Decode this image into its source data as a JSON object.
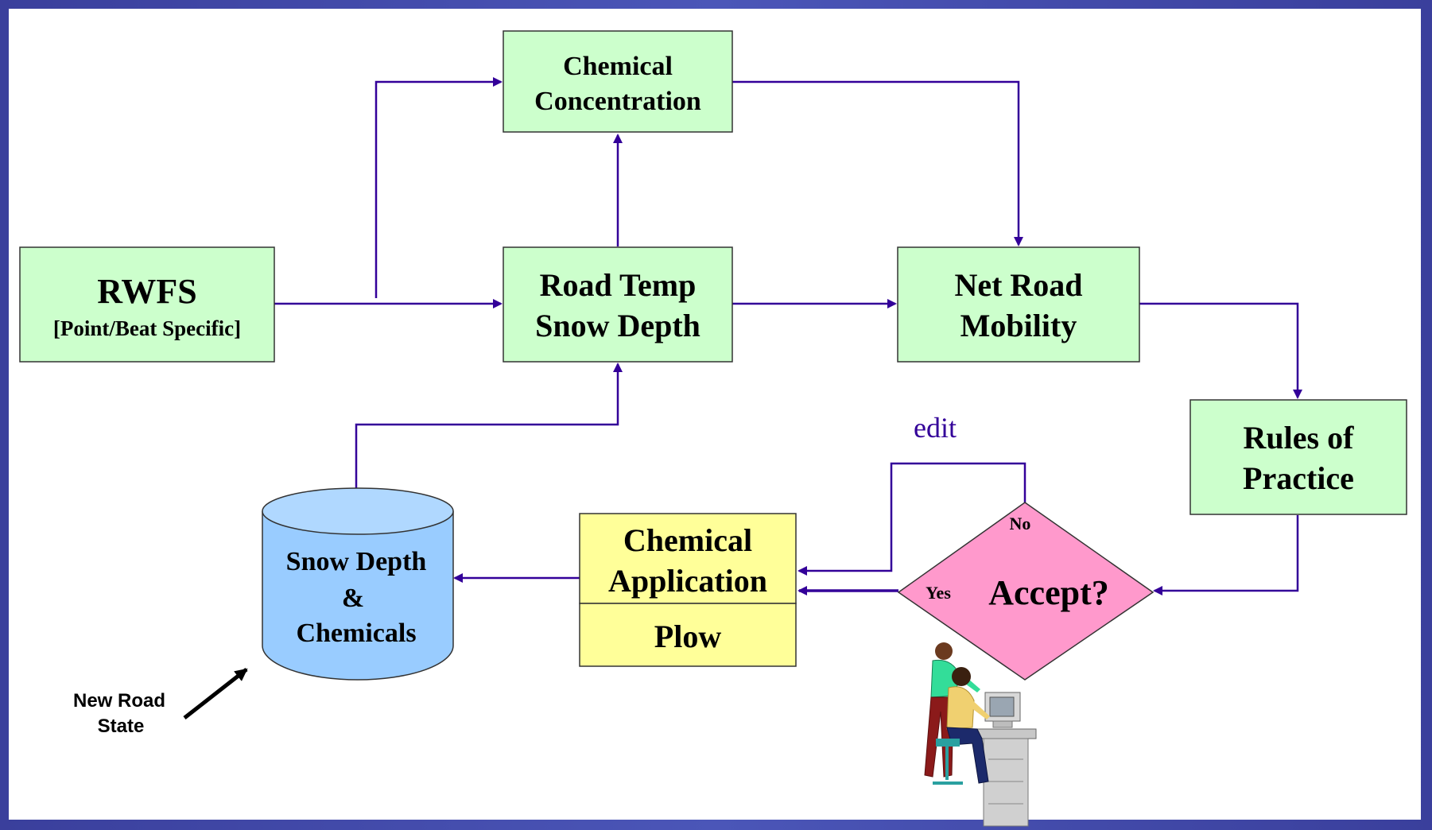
{
  "diagram": {
    "rwfs": {
      "title": "RWFS",
      "subtitle": "[Point/Beat Specific]"
    },
    "chemical_concentration": {
      "line1": "Chemical",
      "line2": "Concentration"
    },
    "road_temp": {
      "line1": "Road Temp",
      "line2": "Snow Depth"
    },
    "net_road_mobility": {
      "line1": "Net Road",
      "line2": "Mobility"
    },
    "rules_of_practice": {
      "line1": "Rules of",
      "line2": "Practice"
    },
    "accept": {
      "label": "Accept?",
      "no": "No",
      "yes": "Yes"
    },
    "edit_label": "edit",
    "chemical_application": {
      "line1": "Chemical",
      "line2": "Application",
      "plow": "Plow"
    },
    "snow_depth_store": {
      "line1": "Snow Depth",
      "line2": "&",
      "line3": "Chemicals"
    },
    "new_road_state": {
      "line1": "New Road",
      "line2": "State"
    }
  },
  "colors": {
    "process_box": "#ccffcc",
    "application_box": "#ffff99",
    "decision": "#ff99cc",
    "cylinder": "#99ccff",
    "cylinder_top": "#b0d8ff",
    "connector": "#330099",
    "background": "#3a3f9c"
  },
  "icons": {
    "people": "people-at-computer-icon"
  }
}
